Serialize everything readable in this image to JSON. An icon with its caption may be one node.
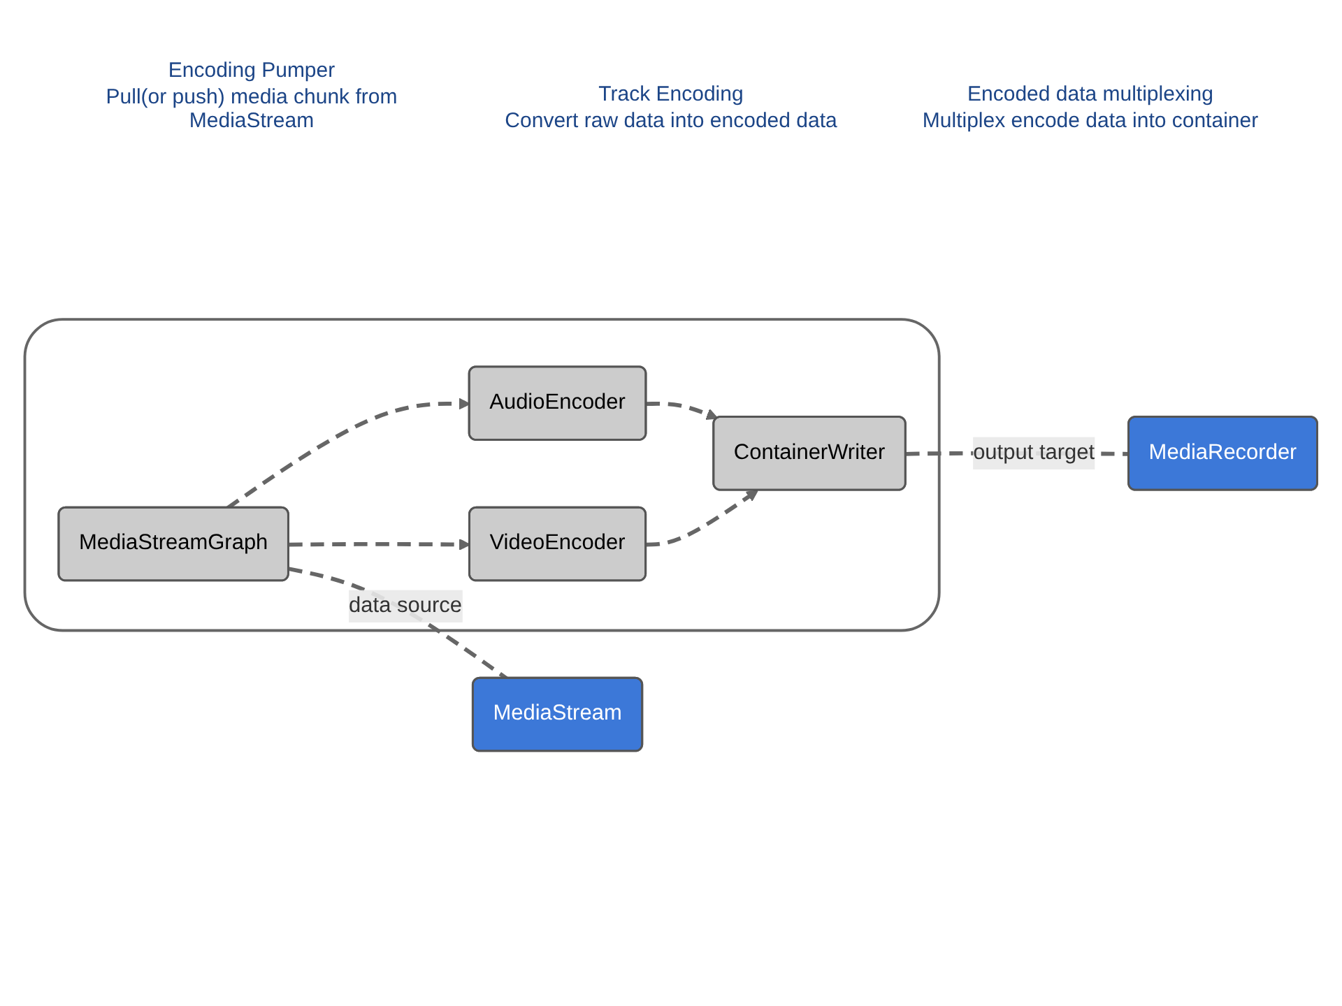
{
  "diagram": {
    "nodes": [
      {
        "text": [],
        "shape": "box"
      },
      {
        "text": [
          "MediaStreamGraph"
        ],
        "in": 0
      },
      {
        "text": [
          "AudioEncoder"
        ],
        "in": 0
      },
      {
        "text": [
          "VideoEncoder"
        ],
        "in": 0
      },
      {
        "text": [
          "ContainerWriter"
        ],
        "in": 0
      },
      {
        "text": [
          "MediaStream"
        ]
      },
      {
        "text": [
          "MediaRecorder"
        ]
      }
    ],
    "edges": [
      {
        "from": 1,
        "to": 2,
        "arrow": "to",
        "style": "dashed"
      },
      {
        "from": 1,
        "to": 3,
        "arrow": "to",
        "style": "dashed"
      },
      {
        "from": 2,
        "to": 4,
        "arrow": "to",
        "style": "dashed"
      },
      {
        "from": 3,
        "to": 4,
        "arrow": "to",
        "style": "dashed"
      },
      {
        "from": 1,
        "to": 5,
        "arrow": "none",
        "style": "dashed",
        "label": "data source"
      },
      {
        "from": 4,
        "to": 6,
        "arrow": "none",
        "style": "dashed",
        "label": "output target"
      }
    ],
    "labels": [
      "Track Encoding",
      "Convert raw data into encoded data",
      "Encoding Pumper",
      "Pull(or push) media chunk from MediaStream",
      "Encoded data multiplexing",
      "Multiplex encode data into container"
    ]
  }
}
